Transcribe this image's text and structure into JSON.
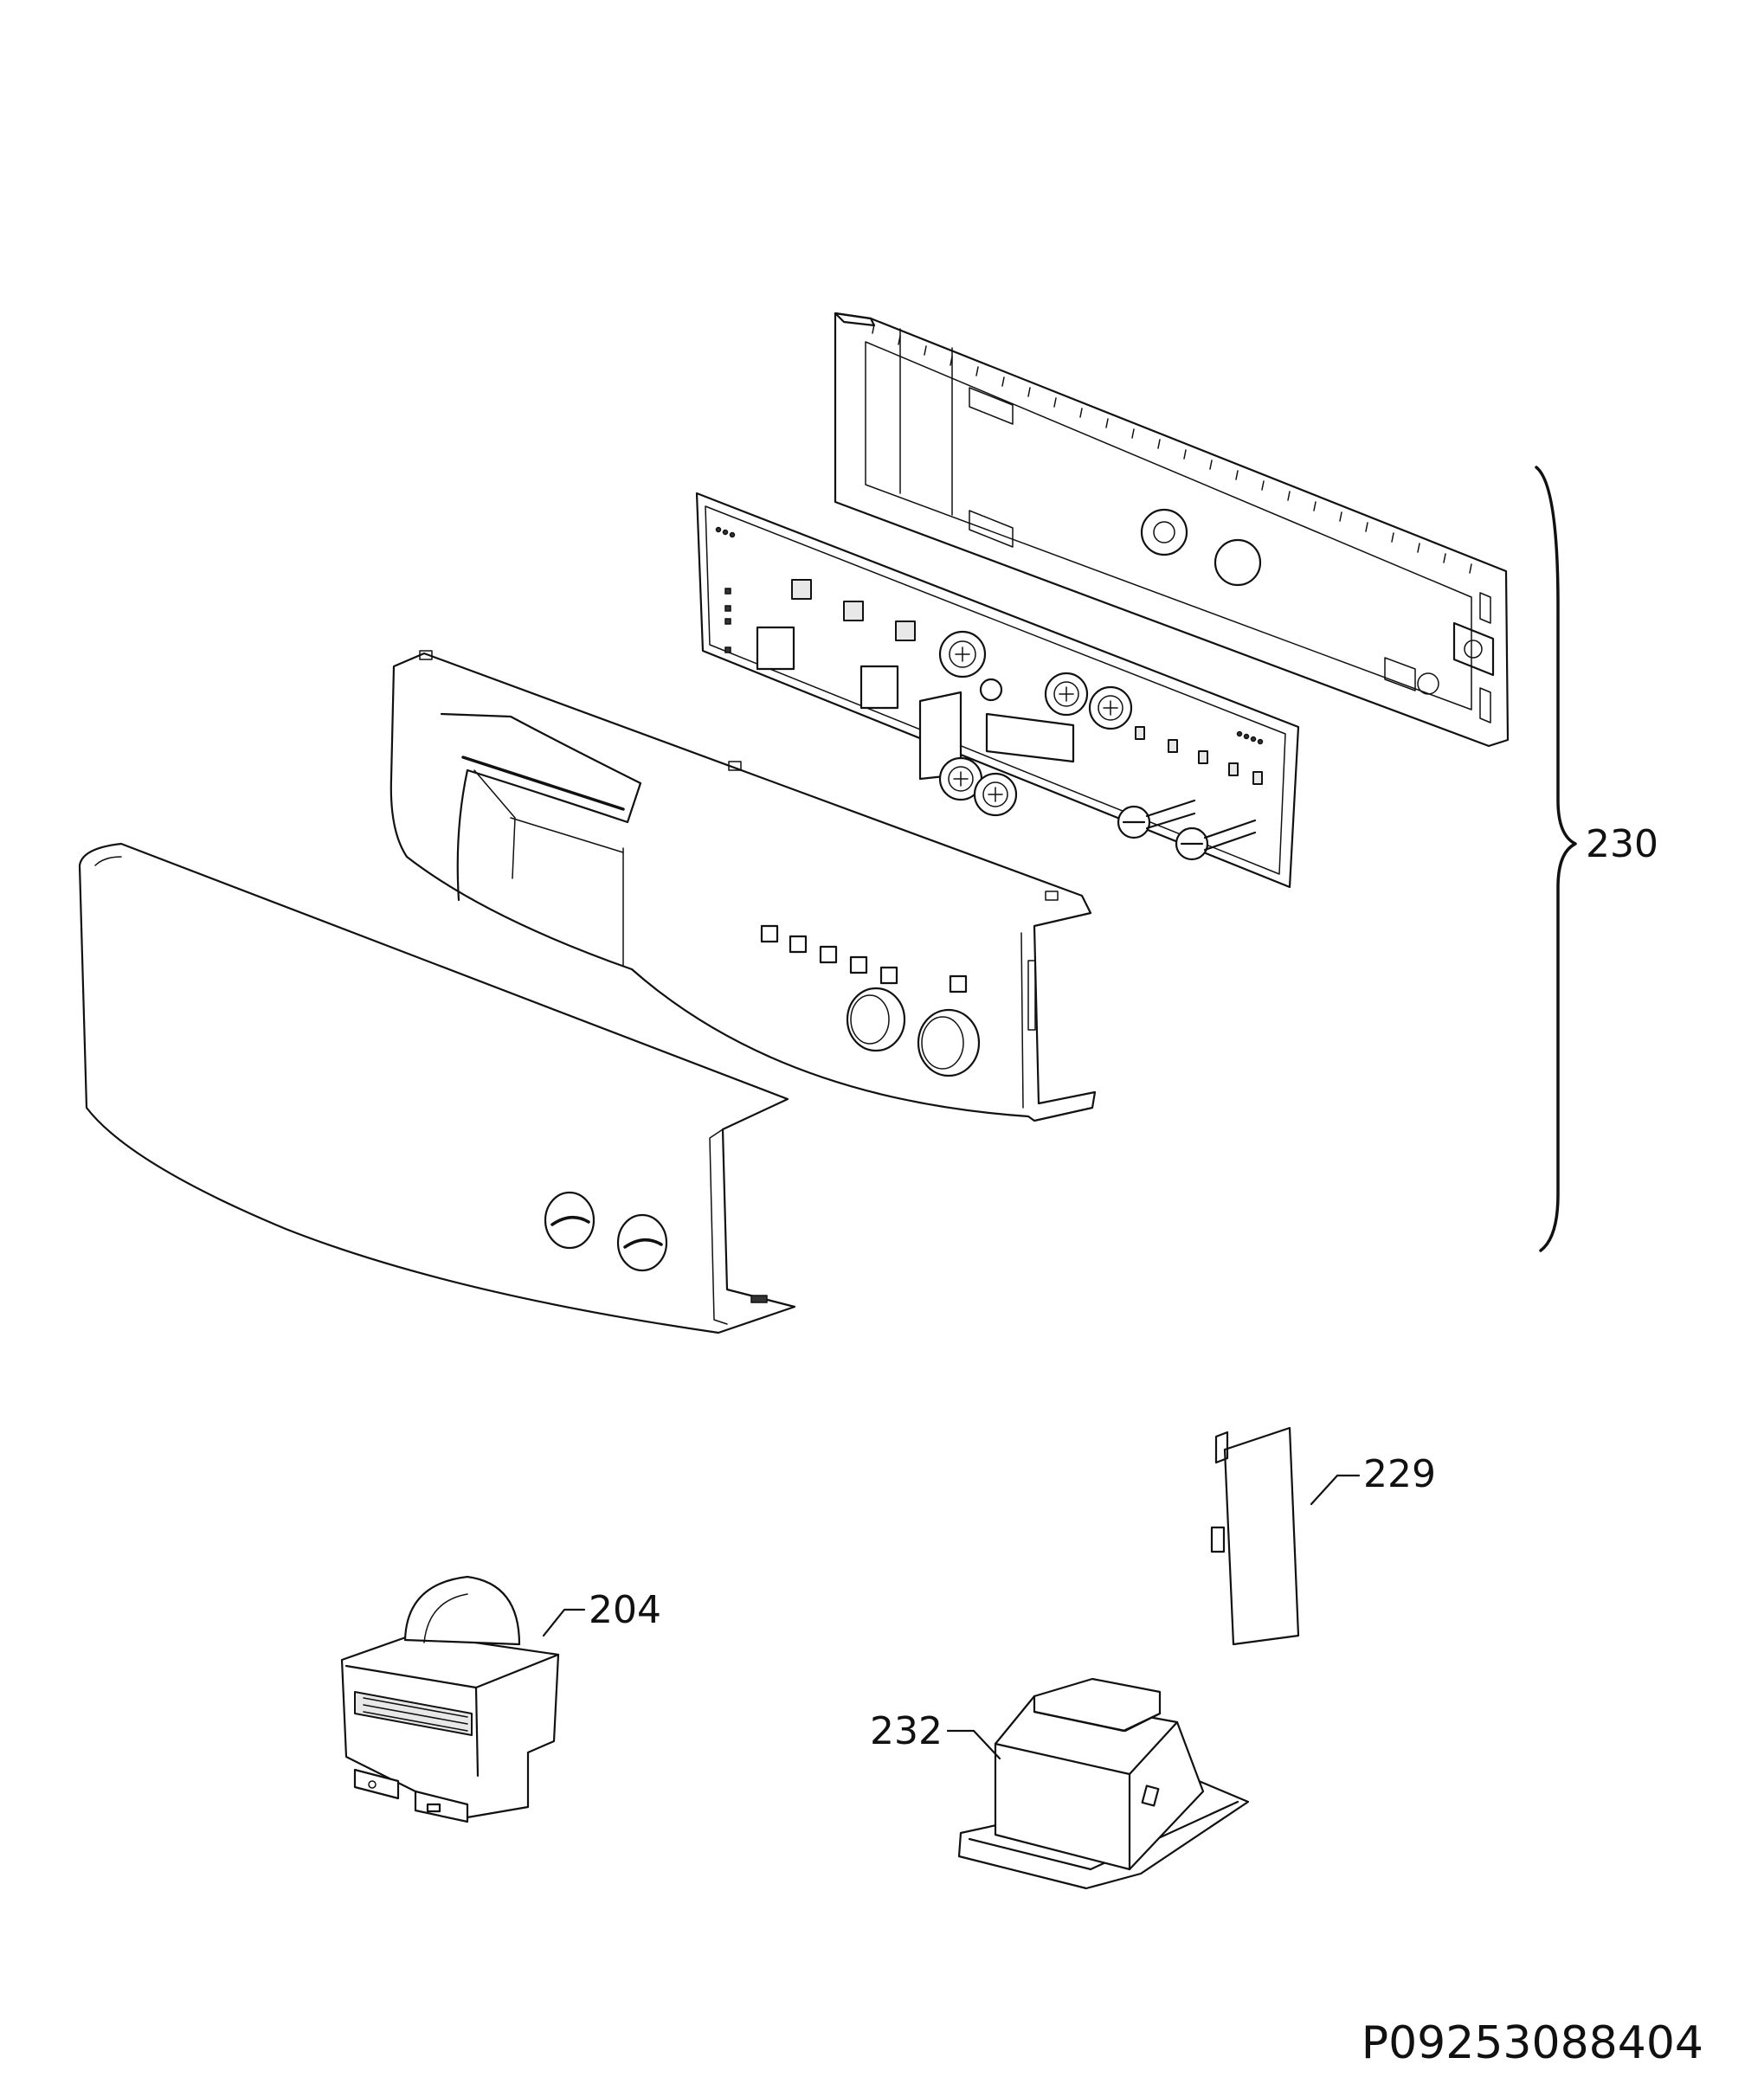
{
  "document_code": "P09253088404",
  "callouts": [
    {
      "id": "230",
      "label": "230"
    },
    {
      "id": "229",
      "label": "229"
    },
    {
      "id": "204",
      "label": "204"
    },
    {
      "id": "232",
      "label": "232"
    }
  ]
}
